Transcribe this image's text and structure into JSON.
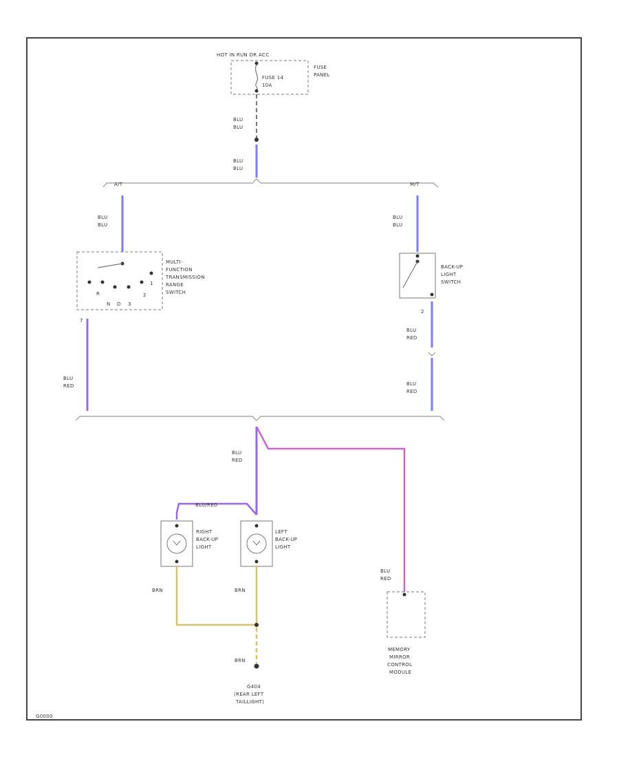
{
  "colors": {
    "frame": "#444444",
    "box": "#777777",
    "bus": "#999999",
    "wire_blue": "#7b7bff",
    "wire_violet": "#9966ee",
    "wire_pink": "#cc66cc",
    "wire_tan": "#d9c06a"
  },
  "fuse": {
    "top_label": "HOT IN RUN OR ACC",
    "name": "FUSE 14",
    "amp": "10A",
    "panel_label_1": "FUSE",
    "panel_label_2": "PANEL"
  },
  "wires": {
    "blu_1a": "BLU",
    "blu_1b": "BLU",
    "blu_2a": "BLU",
    "blu_2b": "BLU",
    "blu_left_a": "BLU",
    "blu_left_b": "BLU",
    "blu_right_a": "BLU",
    "blu_right_b": "BLU",
    "blured_left_a": "BLU",
    "blured_left_b": "RED",
    "blured_right1_a": "BLU",
    "blured_right1_b": "RED",
    "blured_right2_a": "BLU",
    "blured_right2_b": "RED",
    "blured_center_a": "BLU",
    "blured_center_b": "RED",
    "blured_mem_a": "BLU",
    "blured_mem_b": "RED",
    "blured_horizontal": "BLU/RED",
    "brn_right": "BRN",
    "brn_left": "BRN",
    "brn_ground": "BRN"
  },
  "transmission": {
    "left_tag": "A/T",
    "right_tag": "M/T"
  },
  "mf_switch": {
    "label_1": "MULTI-",
    "label_2": "FUNCTION",
    "label_3": "TRANSMISSION",
    "label_4": "RANGE",
    "label_5": "SWITCH",
    "pos_r": "R",
    "pos_n": "N",
    "pos_d": "D",
    "pos_3": "3",
    "pos_2": "2",
    "pos_1": "1",
    "pin": "7"
  },
  "bu_switch": {
    "label_1": "BACK-UP",
    "label_2": "LIGHT",
    "label_3": "SWITCH",
    "pin": "2"
  },
  "right_light": {
    "label_1": "RIGHT",
    "label_2": "BACK-UP",
    "label_3": "LIGHT"
  },
  "left_light": {
    "label_1": "LEFT",
    "label_2": "BACK-UP",
    "label_3": "LIGHT"
  },
  "memory_module": {
    "label_1": "MEMORY",
    "label_2": "MIRROR",
    "label_3": "CONTROL",
    "label_4": "MODULE"
  },
  "ground": {
    "label_1": "G404",
    "label_2": "(REAR LEFT",
    "label_3": "TAILLIGHT)"
  },
  "footer": {
    "code": "G0000"
  }
}
